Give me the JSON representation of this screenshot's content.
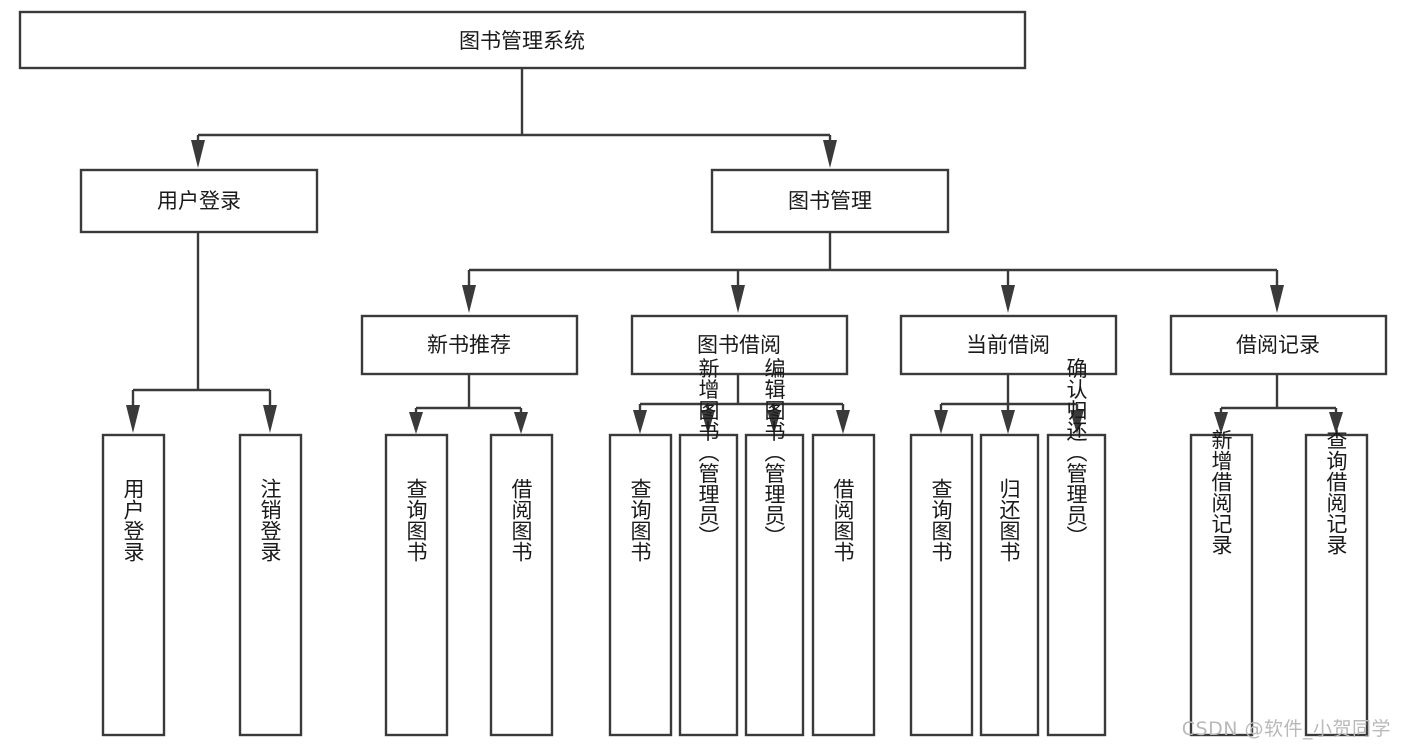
{
  "diagram": {
    "type": "tree-hierarchy",
    "title": "图书管理系统",
    "watermark": "CSDN @软件_小贺同学",
    "colors": {
      "background": "#ffffff",
      "stroke": "#3a3a3a",
      "box_fill": "#ffffff",
      "text": "#1a1a1a",
      "watermark": "#b9b9b9"
    },
    "levels": [
      {
        "level": 1,
        "nodes": [
          {
            "id": "root",
            "label": "图书管理系统",
            "orientation": "horizontal"
          }
        ]
      },
      {
        "level": 2,
        "nodes": [
          {
            "id": "user-login",
            "label": "用户登录",
            "orientation": "horizontal",
            "parent": "root"
          },
          {
            "id": "book-manage",
            "label": "图书管理",
            "orientation": "horizontal",
            "parent": "root"
          }
        ]
      },
      {
        "level": 3,
        "nodes": [
          {
            "id": "new-book-rec",
            "label": "新书推荐",
            "orientation": "horizontal",
            "parent": "book-manage"
          },
          {
            "id": "book-borrow",
            "label": "图书借阅",
            "orientation": "horizontal",
            "parent": "book-manage"
          },
          {
            "id": "current-borrow",
            "label": "当前借阅",
            "orientation": "horizontal",
            "parent": "book-manage"
          },
          {
            "id": "borrow-record",
            "label": "借阅记录",
            "orientation": "horizontal",
            "parent": "book-manage"
          }
        ]
      },
      {
        "level": 4,
        "nodes": [
          {
            "id": "leaf-user-login",
            "label": "用户登录",
            "orientation": "vertical",
            "parent": "user-login"
          },
          {
            "id": "leaf-user-logout",
            "label": "注销登录",
            "orientation": "vertical",
            "parent": "user-login"
          },
          {
            "id": "leaf-query-book-1",
            "label": "查询图书",
            "orientation": "vertical",
            "parent": "new-book-rec"
          },
          {
            "id": "leaf-borrow-book-1",
            "label": "借阅图书",
            "orientation": "vertical",
            "parent": "new-book-rec"
          },
          {
            "id": "leaf-query-book-2",
            "label": "查询图书",
            "orientation": "vertical",
            "parent": "book-borrow"
          },
          {
            "id": "leaf-add-book",
            "label": "新增图书（管理员）",
            "orientation": "vertical",
            "parent": "book-borrow"
          },
          {
            "id": "leaf-edit-book",
            "label": "编辑图书（管理员）",
            "orientation": "vertical",
            "parent": "book-borrow"
          },
          {
            "id": "leaf-borrow-book-2",
            "label": "借阅图书",
            "orientation": "vertical",
            "parent": "book-borrow"
          },
          {
            "id": "leaf-query-book-3",
            "label": "查询图书",
            "orientation": "vertical",
            "parent": "current-borrow"
          },
          {
            "id": "leaf-return-book",
            "label": "归还图书",
            "orientation": "vertical",
            "parent": "current-borrow"
          },
          {
            "id": "leaf-confirm-return",
            "label": "确认归还（管理员）",
            "orientation": "vertical",
            "parent": "current-borrow"
          },
          {
            "id": "leaf-add-record",
            "label": "新增借阅记录",
            "orientation": "vertical",
            "parent": "borrow-record"
          },
          {
            "id": "leaf-query-record",
            "label": "查询借阅记录",
            "orientation": "vertical",
            "parent": "borrow-record"
          }
        ]
      }
    ]
  }
}
